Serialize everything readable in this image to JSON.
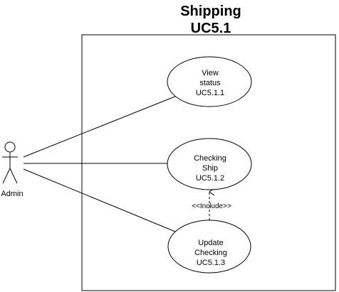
{
  "system": {
    "title_line1": "Shipping",
    "title_line2": "UC5.1"
  },
  "actor": {
    "name": "Admin"
  },
  "use_cases": [
    {
      "line1": "View",
      "line2": "status",
      "line3": "UC5.1.1"
    },
    {
      "line1": "Checking",
      "line2": "Ship",
      "line3": "UC5.1.2"
    },
    {
      "line1": "Update",
      "line2": "Checking",
      "line3": "UC5.1.3"
    }
  ],
  "relationship": {
    "include_label": "<<Include>>"
  }
}
